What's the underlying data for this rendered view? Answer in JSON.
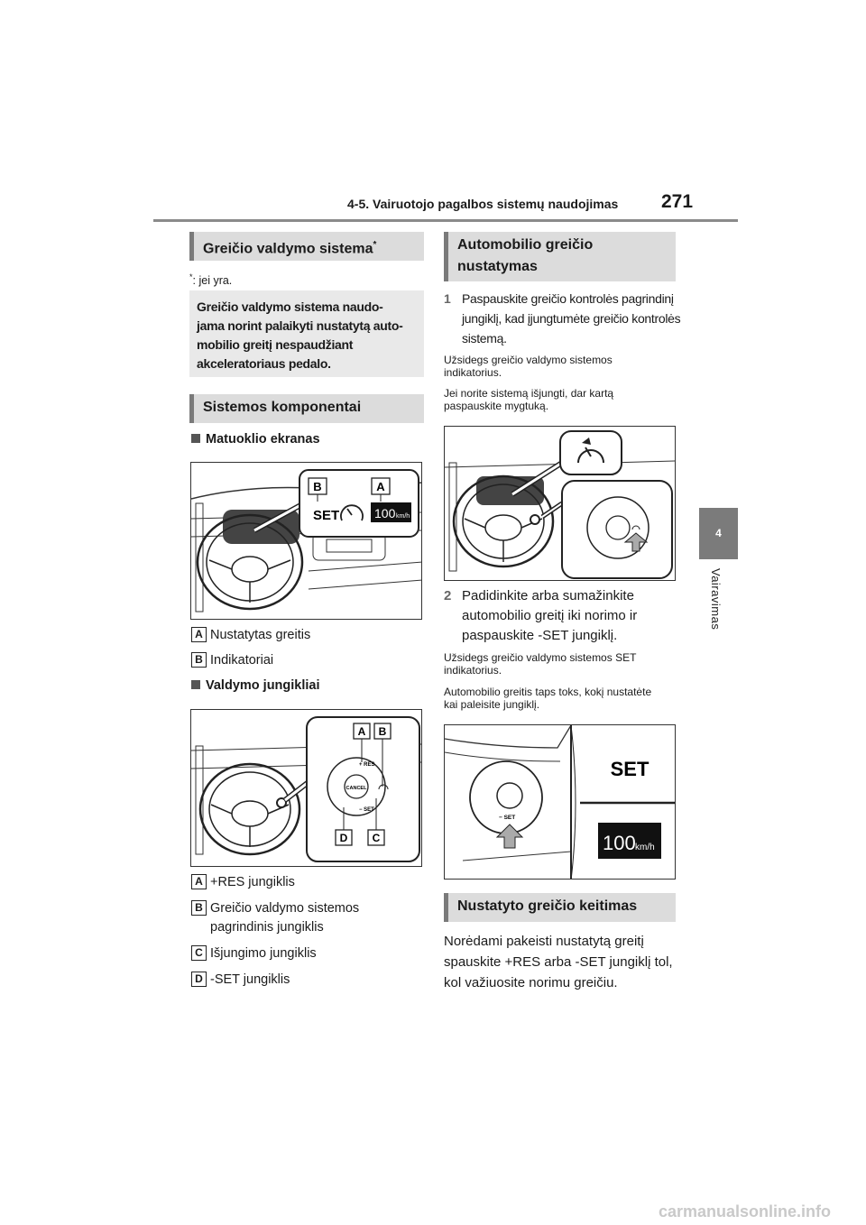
{
  "header": {
    "section_title": "4-5. Vairuotojo pagalbos sistemų naudojimas",
    "page_number": "271"
  },
  "side_tab": {
    "chapter_number": "4",
    "chapter_name": "Vairavimas"
  },
  "left": {
    "heading": "Greičio valdymo sistema",
    "heading_mark": "*",
    "footnote_mark": "*",
    "footnote": ": jei yra.",
    "intro_lines": [
      "Greičio valdymo sistema naudo-",
      "jama norint palaikyti nustatytą auto-",
      "mobilio greitį nespaudžiant",
      "akceleratoriaus pedalo."
    ],
    "components_heading": "Sistemos komponentai",
    "meter": {
      "subheading": "Matuoklio ekranas",
      "callouts": [
        "B",
        "A"
      ],
      "display_set": "SET",
      "display_speed": "100",
      "display_unit": "km/h",
      "legend": [
        {
          "tag": "A",
          "text": "Nustatytas greitis"
        },
        {
          "tag": "B",
          "text": "Indikatoriai"
        }
      ]
    },
    "switches": {
      "subheading": "Valdymo jungikliai",
      "callouts": [
        "A",
        "B",
        "D",
        "C"
      ],
      "switch_res": "+ RES",
      "switch_cancel": "CANCEL",
      "switch_set": "− SET",
      "legend": [
        {
          "tag": "A",
          "text": "+RES jungiklis"
        },
        {
          "tag": "B",
          "text": "Greičio valdymo sistemos pagrindinis jungiklis"
        },
        {
          "tag": "C",
          "text": "Išjungimo jungiklis"
        },
        {
          "tag": "D",
          "text": "-SET jungiklis"
        }
      ]
    }
  },
  "right": {
    "setting_heading": "Automobilio greičio nustatymas",
    "step1": {
      "num": "1",
      "text": "Paspauskite greičio kontrolės pagrindinį jungiklį, kad įjungtumėte greičio kontrolės sistemą."
    },
    "step1_note_1": "Užsidegs greičio valdymo sistemos indikatorius.",
    "step1_note_2": "Jei norite sistemą išjungti, dar kartą paspauskite mygtuką.",
    "step2": {
      "num": "2",
      "text": "Padidinkite arba sumažinkite automobilio greitį iki norimo ir paspauskite -SET jungiklį."
    },
    "step2_note_1": "Užsidegs greičio valdymo sistemos SET indikatorius.",
    "step2_note_2": "Automobilio greitis taps toks, kokį nustatėte kai paleisite jungiklį.",
    "fig3": {
      "switch_set": "− SET",
      "display_set": "SET",
      "display_speed": "100",
      "display_unit": "km/h"
    },
    "change_heading": "Nustatyto greičio keitimas",
    "change_text": "Norėdami pakeisti nustatytą greitį spauskite +RES arba -SET jungiklį tol, kol važiuosite norimu greičiu."
  },
  "watermark": "carmanualsonline.info"
}
